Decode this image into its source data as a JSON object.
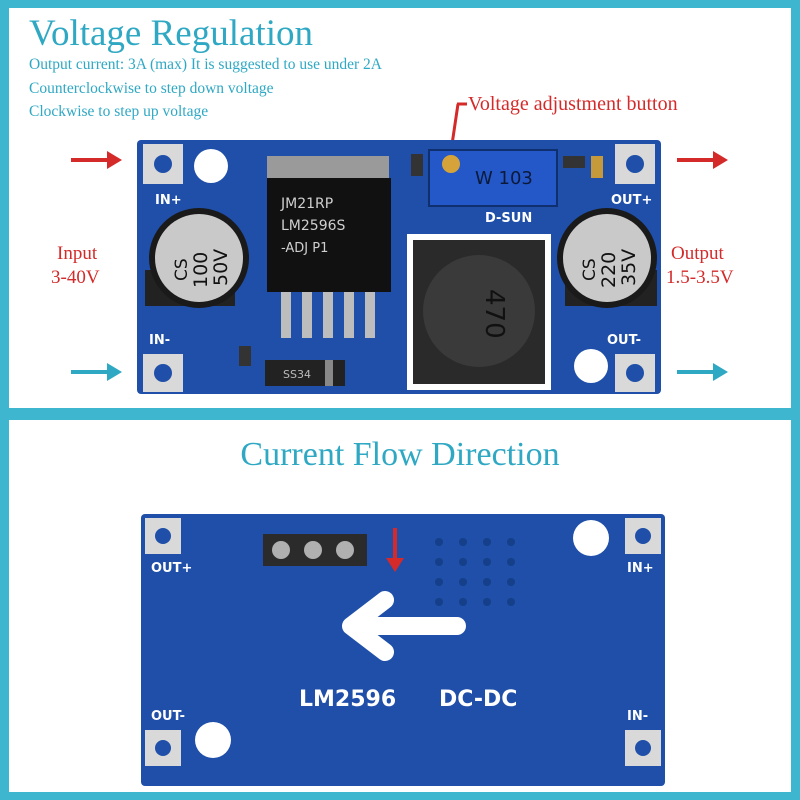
{
  "top_panel": {
    "title": "Voltage Regulation",
    "lines": [
      "Output current: 3A (max) It is suggested to use under 2A",
      "Counterclockwise to step down voltage",
      "Clockwise to step up voltage"
    ],
    "adjust_label": "Voltage adjustment button",
    "input_label": "Input",
    "input_range": "3-40V",
    "output_label": "Output",
    "output_range": "1.5-3.5V",
    "board": {
      "in_plus": "IN+",
      "in_minus": "IN-",
      "out_plus": "OUT+",
      "out_minus": "OUT-",
      "cap_left": [
        "CS",
        "100",
        "50V"
      ],
      "cap_right": [
        "CS",
        "220",
        "35V"
      ],
      "ic_lines": [
        "JM21RP",
        "LM2596S",
        "-ADJ  P1"
      ],
      "pot_text": "W 103",
      "brand": "D-SUN",
      "inductor": "470",
      "diode": "SS34"
    }
  },
  "bottom_panel": {
    "title": "Current Flow Direction",
    "board": {
      "out_plus": "OUT+",
      "in_plus": "IN+",
      "out_minus": "OUT-",
      "in_minus": "IN-",
      "chip_name": "LM2596",
      "type": "DC-DC"
    }
  },
  "colors": {
    "accent": "#2fa8c4",
    "red": "#d42a2a",
    "pcb": "#1f4fa8",
    "frame": "#3fb6cf"
  }
}
